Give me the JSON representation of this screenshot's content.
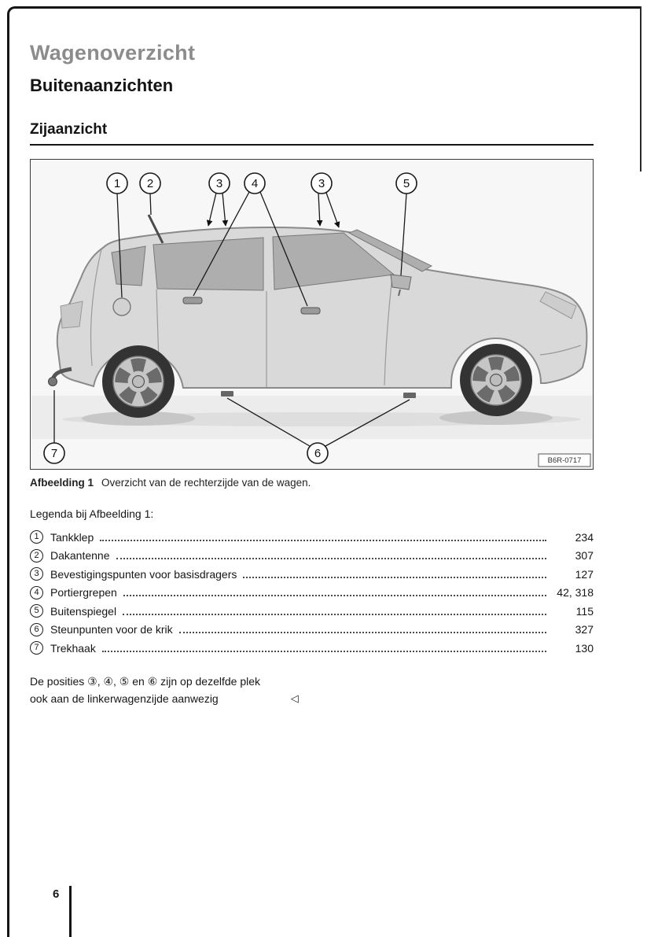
{
  "page": {
    "chapter": "Wagenoverzicht",
    "section": "Buitenaanzichten",
    "subsection": "Zijaanzicht",
    "number": "6"
  },
  "colors": {
    "chapter_title_gray": "#8c8c8c",
    "frame_black": "#151515"
  },
  "figure": {
    "image_code": "B6R-0717",
    "caption_label": "Afbeelding 1",
    "caption_text": "Overzicht van de rechterzijde van de wagen.",
    "callouts": [
      "1",
      "2",
      "3",
      "4",
      "3",
      "5",
      "6",
      "7"
    ]
  },
  "legend": {
    "title": "Legenda bij Afbeelding 1:",
    "items": [
      {
        "num": "1",
        "label": "Tankklep",
        "page": "234"
      },
      {
        "num": "2",
        "label": "Dakantenne",
        "page": "307"
      },
      {
        "num": "3",
        "label": "Bevestigingspunten voor basisdragers",
        "page": "127"
      },
      {
        "num": "4",
        "label": "Portiergrepen",
        "page": "42, 318"
      },
      {
        "num": "5",
        "label": "Buitenspiegel",
        "page": "115"
      },
      {
        "num": "6",
        "label": "Steunpunten voor de krik",
        "page": "327"
      },
      {
        "num": "7",
        "label": "Trekhaak",
        "page": "130"
      }
    ]
  },
  "note": {
    "line1": "De posities ③, ④, ⑤ en ⑥ zijn op dezelfde plek",
    "line2": "ook aan de linkerwagenzijde aanwezig",
    "end_marker": "◁"
  }
}
